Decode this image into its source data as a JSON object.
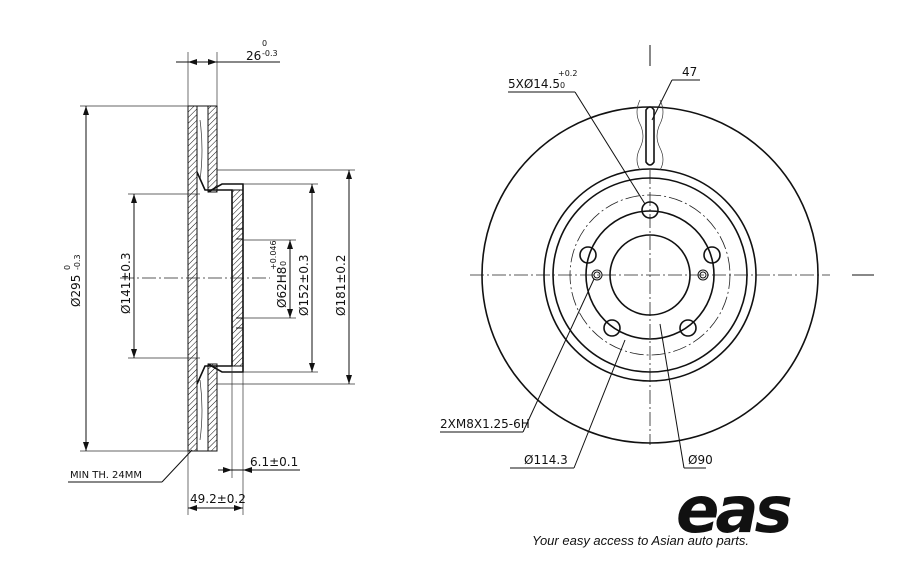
{
  "section_view": {
    "dims": {
      "thickness": "26",
      "thickness_tol_upper": "0",
      "thickness_tol_lower": "-0.3",
      "outer_diameter": "Ø295",
      "outer_tol_upper": "0",
      "outer_tol_lower": "-0.3",
      "d141": "Ø141±0.3",
      "d62": "Ø62H8",
      "d62_tol_upper": "+0.046",
      "d62_tol_lower": "0",
      "d152": "Ø152±0.3",
      "d181": "Ø181±0.2",
      "min_thickness": "MIN TH. 24MM",
      "hat_thickness": "6.1±0.1",
      "overall_height": "49.2±0.2"
    }
  },
  "face_view": {
    "dims": {
      "bolt_holes": "5XØ14.5",
      "bolt_tol_upper": "+0.2",
      "bolt_tol_lower": "0",
      "slot": "47",
      "threaded": "2XM8X1.25-6H",
      "pcd": "Ø114.3",
      "d90": "Ø90"
    }
  },
  "brand": {
    "logo": "eas",
    "tagline": "Your easy access to Asian auto parts."
  }
}
